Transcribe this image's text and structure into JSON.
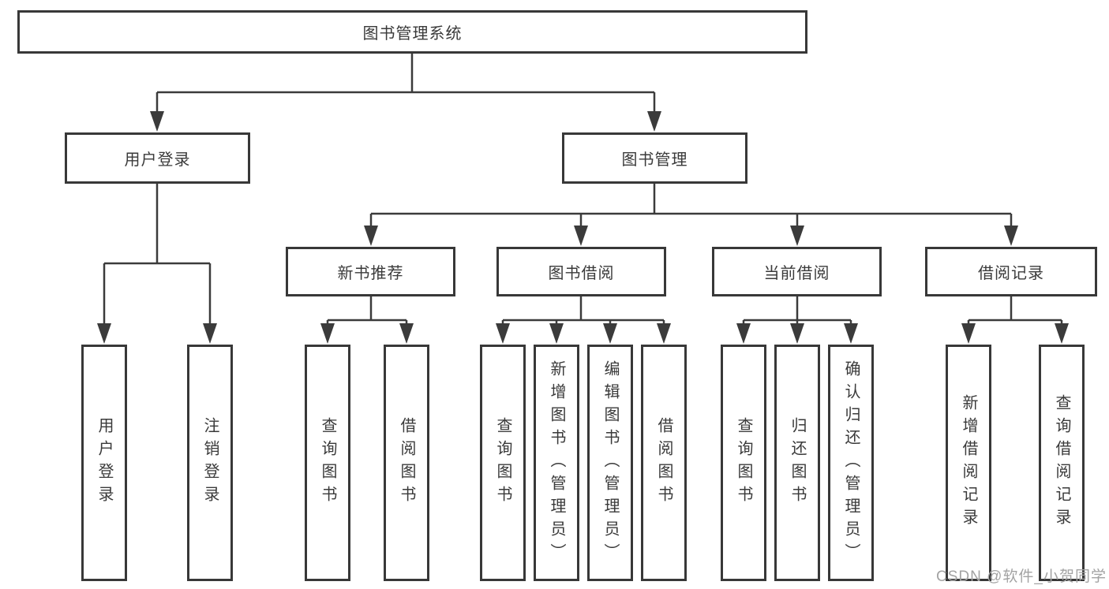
{
  "diagram": {
    "title_note": "functional structure tree of a library management system",
    "root": {
      "label": "图书管理系统"
    },
    "branches": [
      {
        "label": "用户登录",
        "children": [
          {
            "label": "用户登录"
          },
          {
            "label": "注销登录"
          }
        ]
      },
      {
        "label": "图书管理",
        "children": [
          {
            "label": "新书推荐",
            "children": [
              {
                "label": "查询图书"
              },
              {
                "label": "借阅图书"
              }
            ]
          },
          {
            "label": "图书借阅",
            "children": [
              {
                "label": "查询图书"
              },
              {
                "label": "新增图书（管理员）"
              },
              {
                "label": "编辑图书（管理员）"
              },
              {
                "label": "借阅图书"
              }
            ]
          },
          {
            "label": "当前借阅",
            "children": [
              {
                "label": "查询图书"
              },
              {
                "label": "归还图书"
              },
              {
                "label": "确认归还（管理员）"
              }
            ]
          },
          {
            "label": "借阅记录",
            "children": [
              {
                "label": "新增借阅记录"
              },
              {
                "label": "查询借阅记录"
              }
            ]
          }
        ]
      }
    ]
  },
  "watermark": {
    "text": "CSDN @软件_小贺同学"
  },
  "colors": {
    "background": "#ffffff",
    "box_border": "#383838",
    "box_fill": "#ffffff",
    "line": "#3b3b3b",
    "text": "#3a3a3a",
    "watermark": "#a3a3a3"
  }
}
